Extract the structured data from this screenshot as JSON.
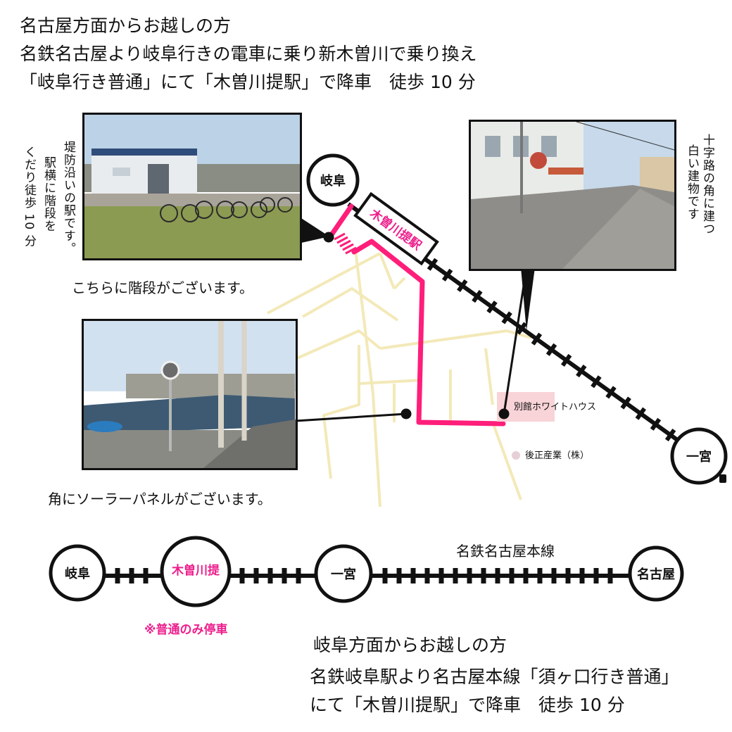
{
  "header": {
    "line1": "名古屋方面からお越しの方",
    "line2": "名鉄名古屋より岐阜行きの電車に乗り新木曽川で乗り換え",
    "line3": "「岐阜行き普通」にて「木曽川提駅」で降車　徒歩 10 分"
  },
  "left_note": {
    "col1": "堤防沿いの駅です。",
    "col2": "駅横に階段を",
    "col3": "くだり徒歩 10 分"
  },
  "right_note": {
    "col1": "十字路の角に建つ",
    "col2": "白い建物です"
  },
  "captions": {
    "stairs": "こちらに階段がございます。",
    "solar": "角にソーラーパネルがございます。"
  },
  "map": {
    "station_left": "岐阜",
    "station_right": "一宮",
    "station_label": "木曽川提駅",
    "landmark_destination": "別館ホワイトハウス",
    "landmark_other": "後正産業（株）",
    "line_name": "名鉄名古屋本線",
    "colors": {
      "route": "#ff1e7a",
      "label": "#ee1e8c",
      "roads": "#f3e9b8",
      "destination_box": "#f8d3d7",
      "landmark_dot": "#e6cfd8"
    }
  },
  "line_diagram": {
    "stations": [
      "岐阜",
      "木曽川提",
      "一宮",
      "名古屋"
    ],
    "note": "※普通のみ停車"
  },
  "footer": {
    "line1": "岐阜方面からお越しの方",
    "line2": "名鉄岐阜駅より名古屋本線「須ヶ口行き普通」",
    "line3": "にて「木曽川提駅」で降車　徒歩 10 分"
  }
}
